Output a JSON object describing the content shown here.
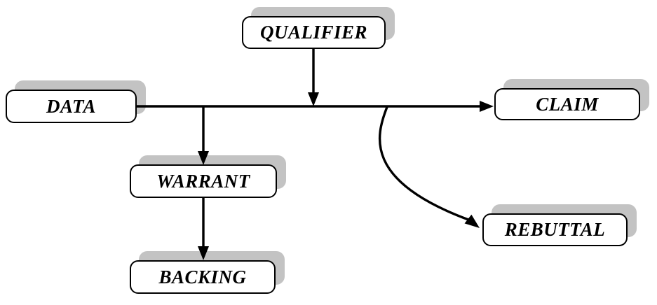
{
  "diagram_name": "toulmin-argument-diagram",
  "colors": {
    "background": "#ffffff",
    "node_fill": "#ffffff",
    "node_border": "#000000",
    "node_shadow": "#c3c3c3",
    "connector": "#000000"
  },
  "nodes": [
    {
      "id": "qualifier",
      "label": "QUALIFIER"
    },
    {
      "id": "data",
      "label": "DATA"
    },
    {
      "id": "claim",
      "label": "CLAIM"
    },
    {
      "id": "warrant",
      "label": "WARRANT"
    },
    {
      "id": "backing",
      "label": "BACKING"
    },
    {
      "id": "rebuttal",
      "label": "REBUTTAL"
    }
  ],
  "edges": [
    {
      "from": "data",
      "to": "claim",
      "style": "straight-arrow"
    },
    {
      "from": "qualifier",
      "to": "data-claim-line",
      "style": "straight-arrow"
    },
    {
      "from": "data-claim-line",
      "to": "warrant",
      "style": "straight-arrow"
    },
    {
      "from": "warrant",
      "to": "backing",
      "style": "straight-arrow"
    },
    {
      "from": "data-claim-line",
      "to": "rebuttal",
      "style": "curved-arrow"
    }
  ]
}
